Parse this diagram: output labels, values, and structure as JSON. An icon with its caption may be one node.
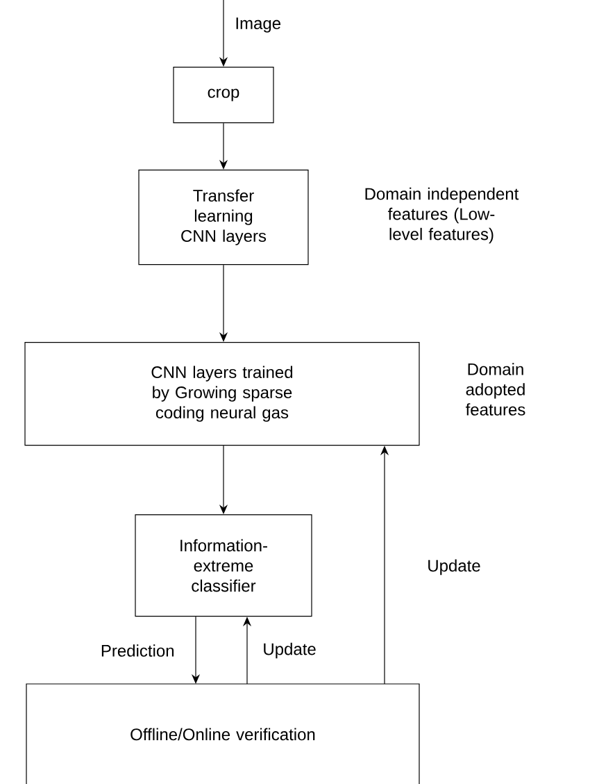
{
  "diagram": {
    "nodes": [
      {
        "text": [
          "crop"
        ]
      },
      {
        "text": [
          "Transfer learning CNN layers"
        ],
        "beside": [
          "Domain independent features (Low-level features)"
        ]
      },
      {
        "text": [
          "CNN layers trained by Growing sparse coding neural gas"
        ],
        "beside": [
          "Domain adopted features"
        ]
      },
      {
        "text": [
          "Information-extreme classifier"
        ]
      },
      {
        "text": [
          "Offline/Online verification"
        ]
      }
    ],
    "edges": [
      {
        "from": null,
        "to": 0,
        "arrow": "to",
        "label": "Image"
      },
      {
        "from": 0,
        "to": 1,
        "arrow": "to"
      },
      {
        "from": 1,
        "to": 2,
        "arrow": "to"
      },
      {
        "from": 2,
        "to": 3,
        "arrow": "to"
      },
      {
        "from": 3,
        "to": 4,
        "arrow": "to",
        "label": "Prediction"
      },
      {
        "from": 4,
        "to": 3,
        "arrow": "to",
        "label": "Update"
      },
      {
        "from": 4,
        "to": 2,
        "arrow": "to",
        "label": "Update"
      }
    ]
  }
}
